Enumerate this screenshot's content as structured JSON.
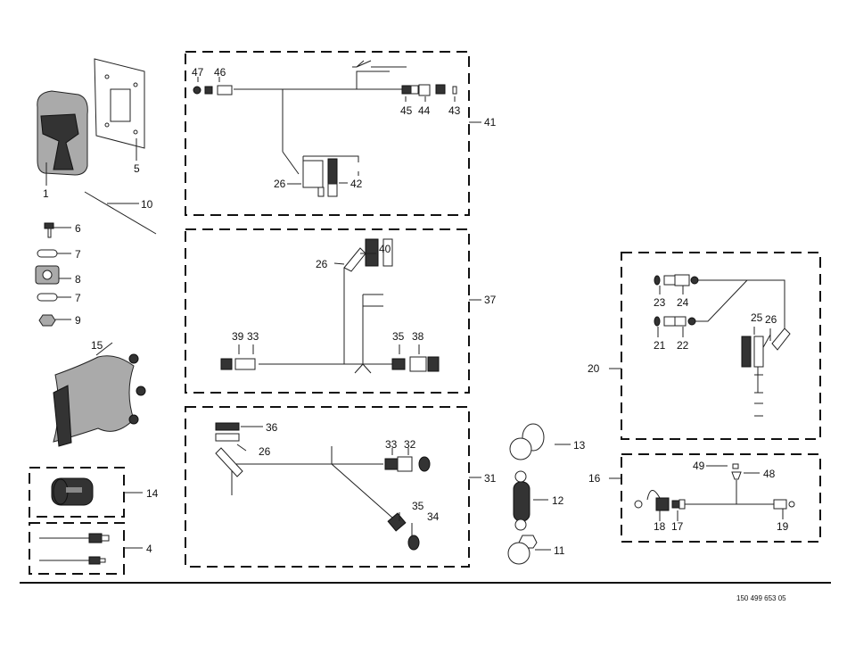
{
  "drawing_number": "150 499 653 05",
  "callouts": {
    "p1": "1",
    "p4": "4",
    "p5": "5",
    "p6": "6",
    "p7a": "7",
    "p7b": "7",
    "p8": "8",
    "p9": "9",
    "p10": "10",
    "p11": "11",
    "p12": "12",
    "p13": "13",
    "p14": "14",
    "p15": "15",
    "p16": "16",
    "p17": "17",
    "p18": "18",
    "p19": "19",
    "p20": "20",
    "p21": "21",
    "p22": "22",
    "p23": "23",
    "p24": "24",
    "p25": "25",
    "p26a": "26",
    "p26b": "26",
    "p26c": "26",
    "p26d": "26",
    "p31": "31",
    "p32": "32",
    "p33a": "33",
    "p33b": "33",
    "p34": "34",
    "p35a": "35",
    "p35b": "35",
    "p36": "36",
    "p37": "37",
    "p38": "38",
    "p39": "39",
    "p40": "40",
    "p41": "41",
    "p42": "42",
    "p43": "43",
    "p44": "44",
    "p45": "45",
    "p46": "46",
    "p47": "47",
    "p48": "48",
    "p49": "49"
  }
}
